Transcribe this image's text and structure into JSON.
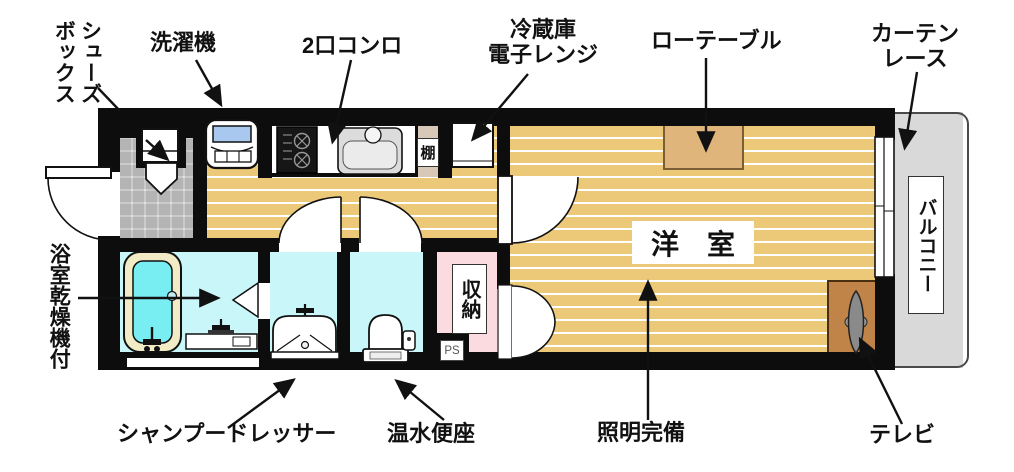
{
  "title": "1K apartment floor plan",
  "labels": {
    "shoes_box": "シューズ\nボックス",
    "washing_machine": "洗濯機",
    "two_burner_stove": "2口コンロ",
    "fridge_microwave": "冷蔵庫\n電子レンジ",
    "low_table": "ローテーブル",
    "curtain_race": "カーテン\nレース",
    "balcony": "バルコニー",
    "western_room": "洋　室",
    "storage": "収納",
    "shelf": "棚",
    "pipe_space": "PS",
    "bathroom_dryer": "浴室乾燥機付",
    "shampoo_dresser": "シャンプードレッサー",
    "warm_toilet_seat": "温水便座",
    "lighting": "照明完備",
    "tv": "テレビ"
  },
  "colors": {
    "wall": "#0d0d0d",
    "wood_floor": "#ecc978",
    "plank_line": "#ffffff",
    "entrance_tile": "#e3e3e3",
    "wet_room_cyan": "#c9f6f8",
    "tub_water": "#79eef2",
    "tub_rim": "#f1ebc6",
    "storage_pink": "#fbdbe0",
    "balcony_gray": "#d9d9d9",
    "shelf_beige": "#d8c8b8",
    "table_tan": "#dfb57b",
    "tv_stand_brown": "#c08448",
    "washer_lid_blue": "#a8c8f0"
  }
}
